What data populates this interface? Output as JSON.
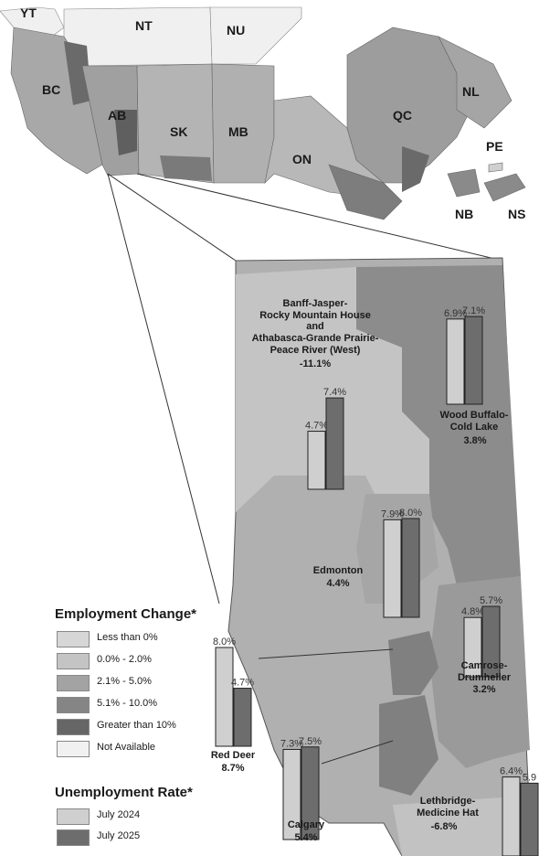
{
  "provinces": {
    "yt": "YT",
    "nt": "NT",
    "nu": "NU",
    "bc": "BC",
    "ab": "AB",
    "sk": "SK",
    "mb": "MB",
    "on": "ON",
    "qc": "QC",
    "nl": "NL",
    "pe": "PE",
    "nb": "NB",
    "ns": "NS"
  },
  "regions": {
    "banff": {
      "name": "Banff-Jasper-\nRocky Mountain House\nand\nAthabasca-Grande Prairie-\nPeace River (West)",
      "change": "-11.1%"
    },
    "wood": {
      "name": "Wood Buffalo-\nCold Lake",
      "change": "3.8%"
    },
    "edmonton": {
      "name": "Edmonton",
      "change": "4.4%"
    },
    "camrose": {
      "name": "Camrose-\nDrumheller",
      "change": "3.2%"
    },
    "reddeer": {
      "name": "Red Deer",
      "change": "8.7%"
    },
    "calgary": {
      "name": "Calgary",
      "change": "5.4%"
    },
    "lethbridge": {
      "name": "Lethbridge-\nMedicine Hat",
      "change": "-6.8%"
    }
  },
  "chart_data": {
    "type": "bar",
    "title": "Unemployment Rate*",
    "series": [
      {
        "name": "July 2024",
        "values": [
          6.9,
          4.7,
          7.9,
          4.8,
          8.0,
          7.3,
          6.4
        ]
      },
      {
        "name": "July 2025",
        "values": [
          7.1,
          7.4,
          8.0,
          5.7,
          4.7,
          7.5,
          5.9
        ]
      }
    ],
    "categories": [
      "Wood Buffalo-Cold Lake",
      "Banff-Jasper-Rocky Mountain House and Athabasca-Grande Prairie-Peace River (West)",
      "Edmonton",
      "Camrose-Drumheller",
      "Red Deer",
      "Calgary",
      "Lethbridge-Medicine Hat"
    ],
    "labels": {
      "wood": [
        "6.9%",
        "7.1%"
      ],
      "banff": [
        "4.7%",
        "7.4%"
      ],
      "edmonton": [
        "7.9%",
        "8.0%"
      ],
      "camrose": [
        "4.8%",
        "5.7%"
      ],
      "reddeer": [
        "8.0%",
        "4.7%"
      ],
      "calgary": [
        "7.3%",
        "7.5%"
      ],
      "lethbridge": [
        "6.4%",
        "5.9"
      ]
    },
    "colors": {
      "July 2024": "#cfcfcf",
      "July 2025": "#6d6d6d"
    }
  },
  "legend": {
    "employment_title": "Employment Change*",
    "employment_items": [
      {
        "label": "Less than 0%",
        "color": "#d6d6d6"
      },
      {
        "label": "0.0% - 2.0%",
        "color": "#c4c4c4"
      },
      {
        "label": "2.1% - 5.0%",
        "color": "#a3a3a3"
      },
      {
        "label": "5.1% - 10.0%",
        "color": "#858585"
      },
      {
        "label": "Greater than 10%",
        "color": "#666666"
      },
      {
        "label": "Not Available",
        "color": "#f1f1f1"
      }
    ],
    "unemployment_title": "Unemployment Rate*",
    "unemployment_items": [
      {
        "label": "July 2024",
        "color": "#cfcfcf"
      },
      {
        "label": "July 2025",
        "color": "#6d6d6d"
      }
    ]
  }
}
